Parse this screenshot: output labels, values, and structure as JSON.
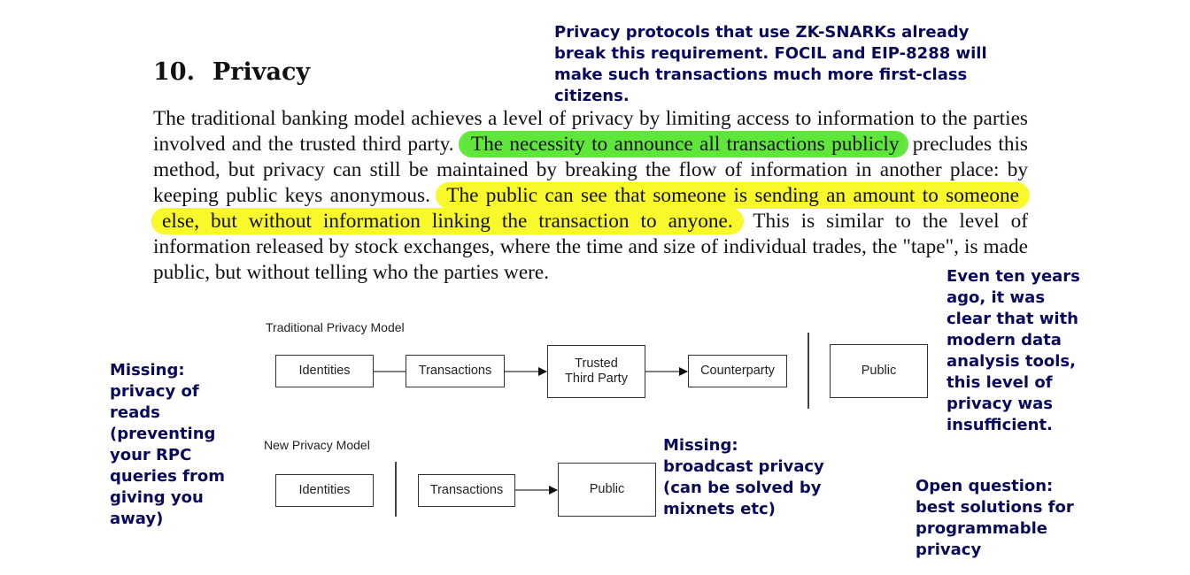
{
  "section": {
    "number": "10.",
    "title": "Privacy"
  },
  "paragraph": {
    "part1": "The traditional banking model achieves a level of privacy by limiting access to information to the parties involved and the trusted third party. ",
    "highlight_green": "The necessity to announce all transactions publicly",
    "part2": " precludes this method, but privacy can still be maintained by breaking the flow of information in another place: by keeping public keys anonymous. ",
    "highlight_yellow": "The public can see that someone is sending an amount to someone else, but without information linking the transaction to anyone.",
    "part3": " This is similar to the level of information released by stock exchanges, where the time and size of individual trades, the \"tape\", is made public, but without telling who the parties were."
  },
  "annotations": {
    "zk_snarks": "Privacy protocols that use ZK-SNARKs already\nbreak this requirement. FOCIL and EIP-8288 will\nmake such transactions much more first-class\ncitizens.",
    "ten_years": "Even ten years\nago, it was\nclear that with\nmodern data\nanalysis tools,\nthis level of\nprivacy was\ninsufficient.",
    "reads": "Missing:\nprivacy of\nreads\n(preventing\nyour RPC\nqueries from\ngiving you\naway)",
    "broadcast": "Missing:\nbroadcast privacy\n(can be solved by\nmixnets etc)",
    "open_question": "Open question:\nbest solutions for\nprogrammable\nprivacy"
  },
  "diagram": {
    "traditional": {
      "title": "Traditional Privacy Model",
      "identities": "Identities",
      "transactions": "Transactions",
      "trusted": "Trusted\nThird Party",
      "counterparty": "Counterparty",
      "public": "Public"
    },
    "new": {
      "title": "New Privacy Model",
      "identities": "Identities",
      "transactions": "Transactions",
      "public": "Public"
    }
  },
  "colors": {
    "note_text": "#0a0a5c",
    "highlight_green": "#5fe63a",
    "highlight_yellow": "#f8f82a"
  }
}
